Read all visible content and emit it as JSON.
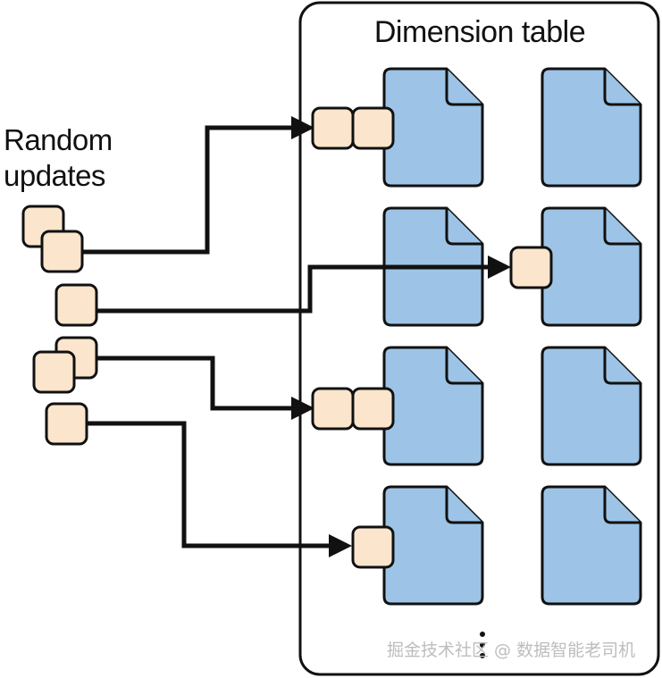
{
  "diagram": {
    "title": "Dimension table",
    "side_label_lines": [
      "Random",
      "updates"
    ],
    "watermark": "掘金技术社区 @ 数据智能老司机",
    "colors": {
      "file_fill": "#9dc4e6",
      "update_fill": "#fbe5cc",
      "stroke": "#111111"
    }
  }
}
